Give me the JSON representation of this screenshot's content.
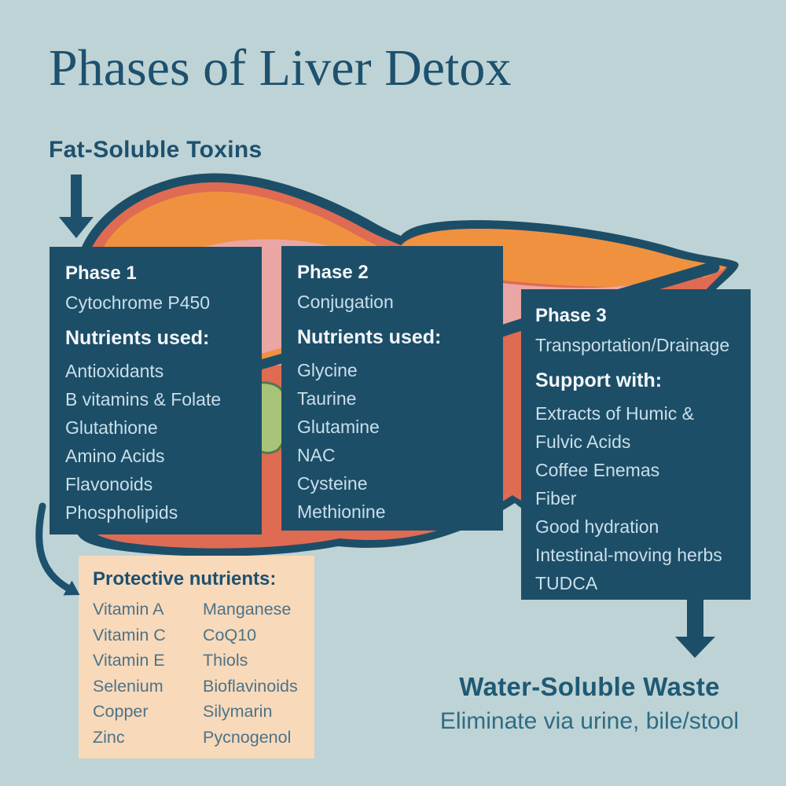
{
  "title": "Phases of Liver Detox",
  "fat_soluble_label": "Fat-Soluble Toxins",
  "phases": [
    {
      "name": "Phase 1",
      "subtitle": "Cytochrome P450",
      "list_header": "Nutrients used:",
      "items": [
        "Antioxidants",
        "B vitamins & Folate",
        "Glutathione",
        "Amino Acids",
        "Flavonoids",
        "Phospholipids"
      ]
    },
    {
      "name": "Phase 2",
      "subtitle": "Conjugation",
      "list_header": "Nutrients used:",
      "items": [
        "Glycine",
        "Taurine",
        "Glutamine",
        "NAC",
        "Cysteine",
        "Methionine"
      ]
    },
    {
      "name": "Phase 3",
      "subtitle": "Transportation/Drainage",
      "list_header": "Support with:",
      "items": [
        "Extracts of Humic & Fulvic Acids",
        "Coffee Enemas",
        "Fiber",
        "Good hydration",
        "Intestinal-moving herbs",
        "TUDCA"
      ]
    }
  ],
  "protective": {
    "header": "Protective nutrients:",
    "col1": [
      "Vitamin A",
      "Vitamin C",
      "Vitamin E",
      "Selenium",
      "Copper",
      "Zinc"
    ],
    "col2": [
      "Manganese",
      "CoQ10",
      "Thiols",
      "Bioflavinoids",
      "Silymarin",
      "Pycnogenol"
    ]
  },
  "water_soluble_label": "Water-Soluble Waste",
  "water_soluble_subtitle": "Eliminate via urine, bile/stool",
  "colors": {
    "background": "#bed3d5",
    "dark_teal": "#1d4e68",
    "card_heading_text": "#f2f7f9",
    "card_body_text": "#c9dfe9",
    "liver_orange": "#f09140",
    "liver_salmon": "#df6b52",
    "liver_pink": "#e9a6a4",
    "gallbladder_green": "#a9c479",
    "peach_box": "#f8d9ba",
    "peach_text": "#4b7389",
    "title_text": "#1d516e"
  }
}
